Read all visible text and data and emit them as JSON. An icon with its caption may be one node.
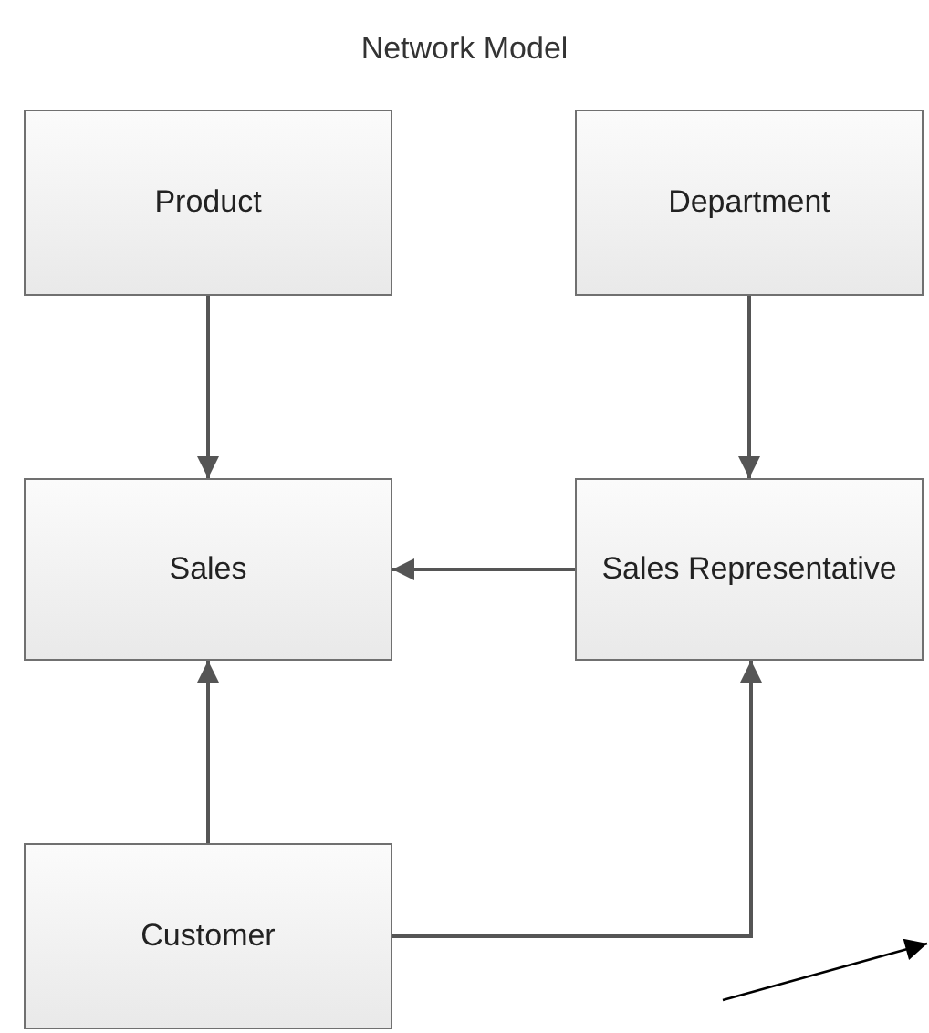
{
  "diagram": {
    "title": "Network Model",
    "nodes": [
      {
        "text": [
          "Product"
        ]
      },
      {
        "text": [
          "Department"
        ]
      },
      {
        "text": [
          "Sales"
        ]
      },
      {
        "text": [
          "Sales Representative"
        ]
      },
      {
        "text": [
          "Customer"
        ]
      }
    ],
    "edges": [
      {
        "from": 0,
        "to": 2,
        "arrow": "to"
      },
      {
        "from": 1,
        "to": 3,
        "arrow": "to"
      },
      {
        "from": 3,
        "to": 2,
        "arrow": "to"
      },
      {
        "from": 4,
        "to": 2,
        "arrow": "to"
      },
      {
        "from": 4,
        "to": 3,
        "arrow": "to"
      }
    ]
  }
}
